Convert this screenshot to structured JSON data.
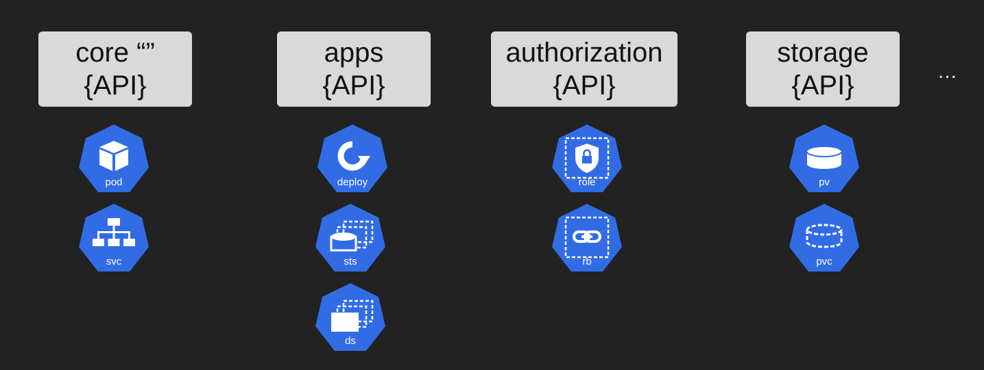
{
  "groups": [
    {
      "id": "core",
      "name": "core “”",
      "suffix": "{API}",
      "resources": [
        {
          "label": "pod",
          "icon": "cube-icon"
        },
        {
          "label": "svc",
          "icon": "hierarchy-icon"
        }
      ]
    },
    {
      "id": "apps",
      "name": "apps",
      "suffix": "{API}",
      "resources": [
        {
          "label": "deploy",
          "icon": "rotate-arrow-icon"
        },
        {
          "label": "sts",
          "icon": "stacked-disks-icon"
        },
        {
          "label": "ds",
          "icon": "stacked-boxes-icon"
        }
      ]
    },
    {
      "id": "authorization",
      "name": "authorization",
      "suffix": "{API}",
      "resources": [
        {
          "label": "role",
          "icon": "shield-lock-icon"
        },
        {
          "label": "rb",
          "icon": "link-icon"
        }
      ]
    },
    {
      "id": "storage",
      "name": "storage",
      "suffix": "{API}",
      "resources": [
        {
          "label": "pv",
          "icon": "disk-icon"
        },
        {
          "label": "pvc",
          "icon": "dashed-disk-icon"
        }
      ]
    }
  ],
  "more": "...",
  "colors": {
    "background": "#222222",
    "box": "#d9d9d9",
    "hexagon": "#326ce5",
    "icon": "#ffffff"
  }
}
